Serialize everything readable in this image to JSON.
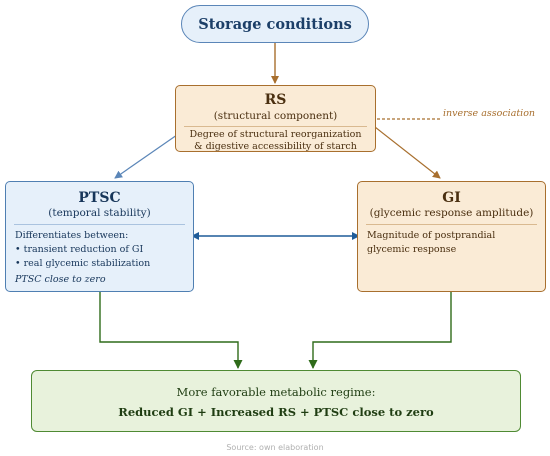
{
  "storage": {
    "label": "Storage conditions"
  },
  "rs": {
    "title": "RS",
    "subtitle": "(structural component)",
    "desc_line1": "Degree of structural reorganization",
    "desc_line2": "& digestive accessibility of starch"
  },
  "ptsc": {
    "title": "PTSC",
    "subtitle": "(temporal stability)",
    "intro": "Differentiates between:",
    "bullets": [
      "• transient reduction of GI",
      "• real glycemic stabilization"
    ],
    "note": "PTSC close to zero"
  },
  "gi": {
    "title": "GI",
    "subtitle": "(glycemic response amplitude)",
    "desc_line1": "Magnitude of postprandial",
    "desc_line2": "glycemic response"
  },
  "inverse_label": "inverse association",
  "outcome": {
    "line1": "More favorable metabolic regime:",
    "line2": "Reduced GI + Increased RS + PTSC close to zero"
  },
  "source": "Source: own elaboration",
  "colors": {
    "blue_border": "#4f7fb2",
    "blue_fill": "#e6f0fa",
    "orange_border": "#a86f2e",
    "orange_fill": "#faebd6",
    "green_border": "#4f8a33",
    "green_fill": "#e8f2dc",
    "green_arrow": "#2f6b1a",
    "blue_arrow": "#1f5c99"
  }
}
